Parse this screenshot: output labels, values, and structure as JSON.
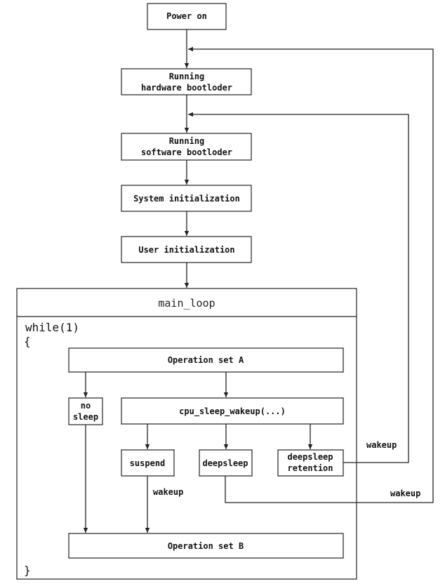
{
  "nodes": {
    "power_on": "Power on",
    "hw_boot_1": "Running",
    "hw_boot_2": "hardware bootloder",
    "sw_boot_1": "Running",
    "sw_boot_2": "software bootloder",
    "sys_init": "System initialization",
    "user_init": "User initialization",
    "main_loop": "main_loop",
    "while_open": "while(1)",
    "brace_open": "{",
    "op_a": "Operation set A",
    "no_sleep_1": "no",
    "no_sleep_2": "sleep",
    "cpu_sleep": "cpu_sleep_wakeup(...)",
    "suspend": "suspend",
    "deepsleep": "deepsleep",
    "retention_1": "deepsleep",
    "retention_2": "retention",
    "op_b": "Operation set B",
    "brace_close": "}"
  },
  "edges": {
    "wakeup_suspend": "wakeup",
    "wakeup_retention": "wakeup",
    "wakeup_deepsleep": "wakeup"
  },
  "colors": {
    "stroke": "#222222",
    "background": "#ffffff"
  }
}
